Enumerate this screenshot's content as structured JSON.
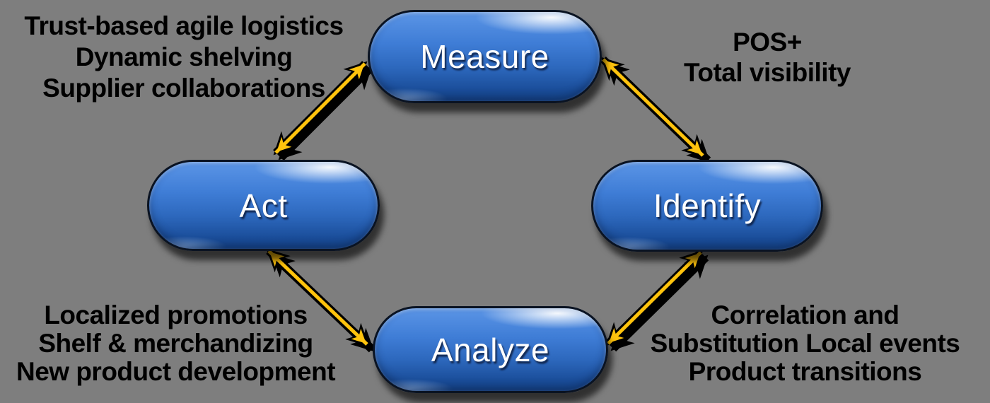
{
  "colors": {
    "background": "#7E7E7E",
    "node_fill_top": "#4a87dd",
    "node_fill_bottom": "#17498f",
    "node_border": "#0a1322",
    "node_text": "#ffffff",
    "arrow_fill": "#FFC30D",
    "arrow_outline": "#000000",
    "annotation_text": "#000000"
  },
  "diagram": {
    "nodes": [
      {
        "id": "measure",
        "label": "Measure"
      },
      {
        "id": "act",
        "label": "Act"
      },
      {
        "id": "identify",
        "label": "Identify"
      },
      {
        "id": "analyze",
        "label": "Analyze"
      }
    ],
    "connections": [
      {
        "from": "measure",
        "to": "act",
        "style": "double-headed"
      },
      {
        "from": "measure",
        "to": "identify",
        "style": "double-headed"
      },
      {
        "from": "act",
        "to": "analyze",
        "style": "double-headed"
      },
      {
        "from": "identify",
        "to": "analyze",
        "style": "double-headed"
      }
    ]
  },
  "annotations": {
    "top_left": {
      "lines": [
        "Trust-based agile logistics",
        "Dynamic shelving",
        "Supplier collaborations"
      ]
    },
    "top_right": {
      "lines": [
        "POS+",
        "Total visibility"
      ]
    },
    "bottom_left": {
      "lines": [
        "Localized promotions",
        "Shelf & merchandizing",
        "New product development"
      ]
    },
    "bottom_right": {
      "lines": [
        "Correlation and",
        "Substitution Local events",
        "Product transitions"
      ]
    }
  }
}
